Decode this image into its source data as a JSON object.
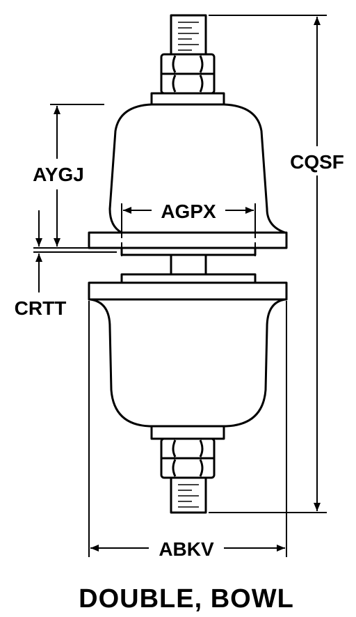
{
  "dimensions": {
    "height_upper": "AYGJ",
    "inner_width": "AGPX",
    "overall_height": "CQSF",
    "flange_thickness": "CRTT",
    "overall_width": "ABKV"
  },
  "caption": "DOUBLE, BOWL",
  "colors": {
    "line": "#000000",
    "background": "#ffffff"
  }
}
